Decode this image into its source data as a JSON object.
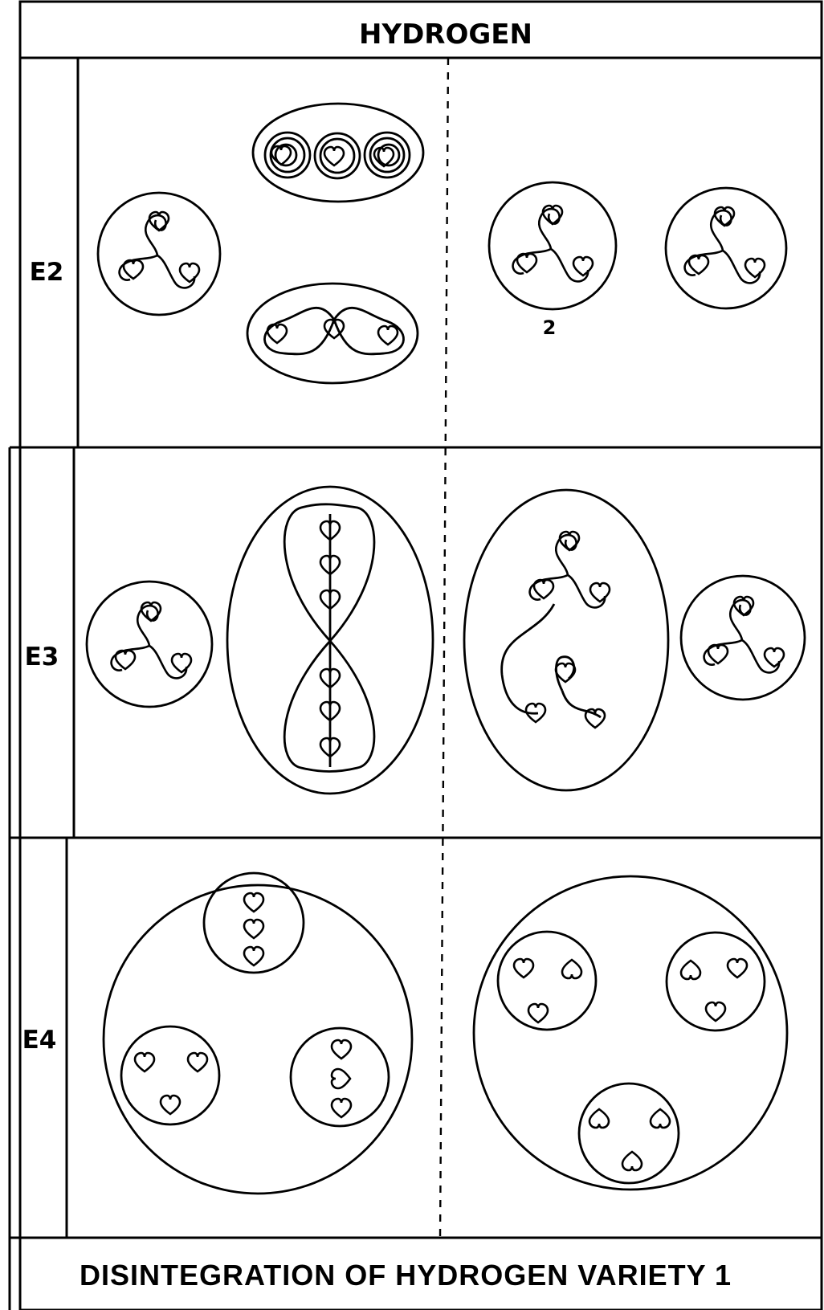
{
  "title": "HYDROGEN",
  "rows": [
    {
      "label": "E2"
    },
    {
      "label": "E3"
    },
    {
      "label": "E4"
    }
  ],
  "annotations": {
    "e2_count": "2"
  },
  "caption": "DISINTEGRATION OF HYDROGEN VARIETY 1",
  "colors": {
    "ink": "#000000",
    "paper": "#ffffff"
  }
}
